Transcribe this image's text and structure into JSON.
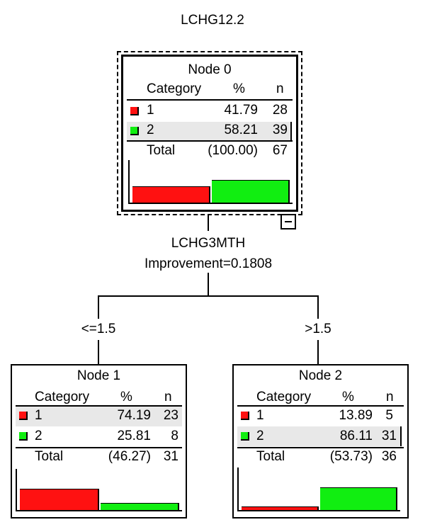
{
  "title": "LCHG12.2",
  "split": {
    "variable": "LCHG3MTH",
    "improvement": "Improvement=0.1808"
  },
  "branches": {
    "left": "<=1.5",
    "right": ">1.5"
  },
  "colors": {
    "cat1": "#ff1111",
    "cat2": "#11ee11",
    "highlight": "#e8e8e8"
  },
  "headers": {
    "category": "Category",
    "percent": "%",
    "n": "n",
    "total": "Total"
  },
  "nodes": {
    "node0": {
      "title": "Node 0",
      "rows": [
        {
          "cat": "1",
          "pct": "41.79",
          "n": "28"
        },
        {
          "cat": "2",
          "pct": "58.21",
          "n": "39"
        }
      ],
      "total": {
        "pct": "(100.00)",
        "n": "67"
      },
      "fractions": [
        0.4179,
        0.5821
      ],
      "highlight_row": 1
    },
    "node1": {
      "title": "Node 1",
      "rows": [
        {
          "cat": "1",
          "pct": "74.19",
          "n": "23"
        },
        {
          "cat": "2",
          "pct": "25.81",
          "n": "8"
        }
      ],
      "total": {
        "pct": "(46.27)",
        "n": "31"
      },
      "fractions": [
        0.7419,
        0.2581
      ],
      "highlight_row": 0
    },
    "node2": {
      "title": "Node 2",
      "rows": [
        {
          "cat": "1",
          "pct": "13.89",
          "n": "5"
        },
        {
          "cat": "2",
          "pct": "86.11",
          "n": "31"
        }
      ],
      "total": {
        "pct": "(53.73)",
        "n": "36"
      },
      "fractions": [
        0.1389,
        0.8611
      ],
      "highlight_row": 1
    }
  }
}
